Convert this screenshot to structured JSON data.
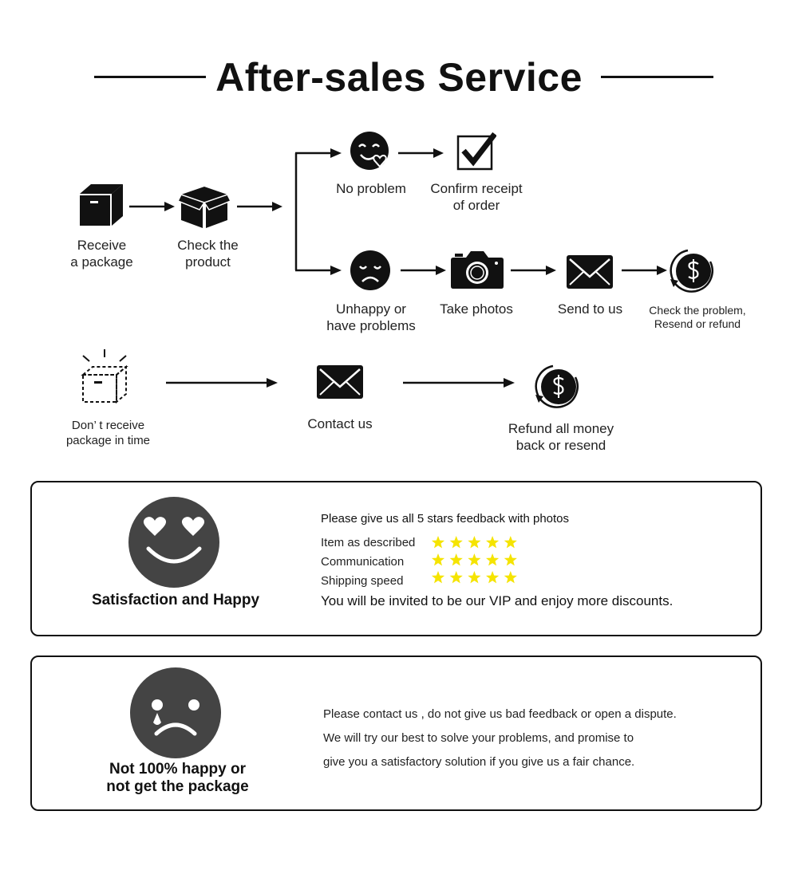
{
  "header": {
    "title": "After-sales Service"
  },
  "flow": {
    "receive": "Receive\na package",
    "check": "Check the\nproduct",
    "no_problem": "No problem",
    "confirm": "Confirm receipt\nof order",
    "unhappy": "Unhappy or\nhave problems",
    "take_photos": "Take photos",
    "send_to_us": "Send to us",
    "check_problem": "Check the problem,\nResend or refund",
    "dont_receive": "Don’ t receive\npackage in time",
    "contact_us": "Contact us",
    "refund": "Refund all money\nback or resend"
  },
  "happy_panel": {
    "title": "Satisfaction and Happy",
    "feedback_heading": "Please give us all 5 stars feedback with photos",
    "ratings": [
      {
        "label": "Item as described",
        "stars": 5
      },
      {
        "label": "Communication",
        "stars": 5
      },
      {
        "label": "Shipping speed",
        "stars": 5
      }
    ],
    "vip_text": "You will be invited to be our VIP and enjoy more discounts."
  },
  "sad_panel": {
    "title": "Not 100% happy or\nnot get the package",
    "lines": [
      "Please contact us , do not give us bad feedback or open a dispute.",
      "We will try our best to solve your problems, and promise to",
      "give you a satisfactory solution if you give us a fair chance."
    ]
  },
  "colors": {
    "ink": "#111111",
    "star": "#f5e400",
    "face": "#444444"
  }
}
